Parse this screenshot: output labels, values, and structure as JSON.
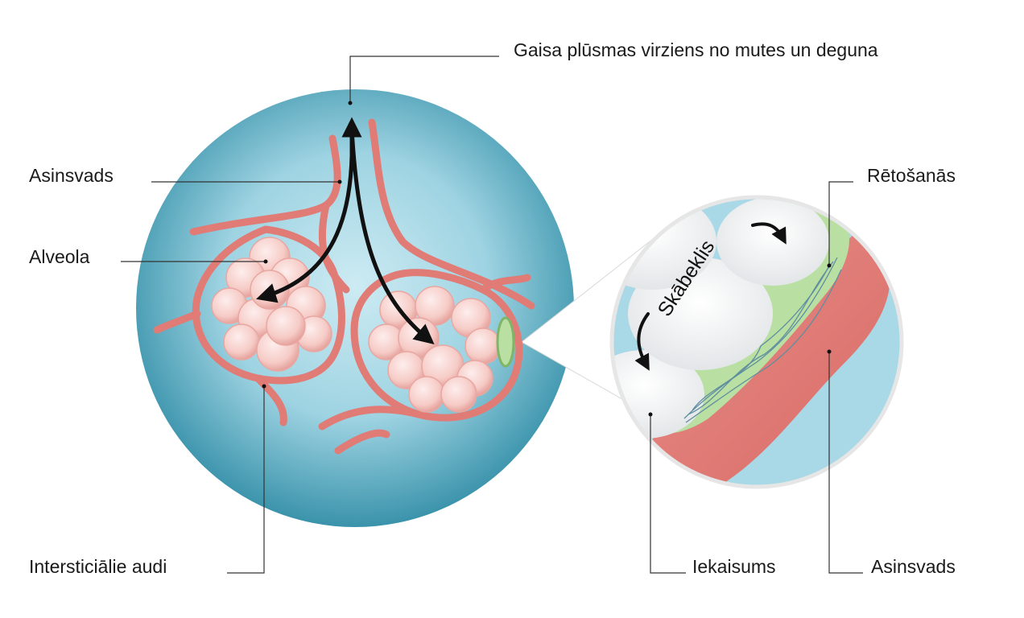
{
  "labels": {
    "airflow": "Gaisa plūsmas virziens no mutes un deguna",
    "blood_vessel_left": "Asinsvads",
    "alveola": "Alveola",
    "interstitial": "Intersticiālie audi",
    "scarring": "Rētošanās",
    "inflammation": "Iekaisums",
    "blood_vessel_right": "Asinsvads",
    "acid": "Skābeklis"
  },
  "colors": {
    "circle_outer": "#3e9bb2",
    "circle_inner": "#b9e2ee",
    "vessel": "#e07b76",
    "vessel_dark": "#c9625e",
    "alveolus": "#f8d3cf",
    "alveolus_edge": "#e9a7a2",
    "inflammation": "#b9dfa2",
    "arrow": "#111111"
  }
}
